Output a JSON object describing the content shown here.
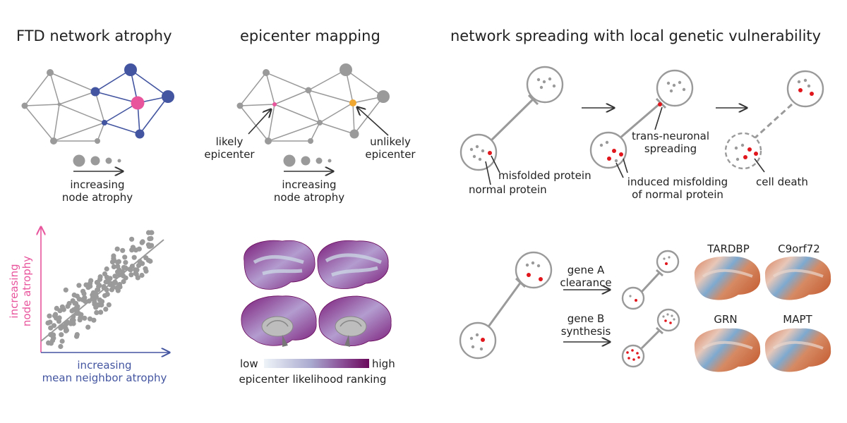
{
  "panels": {
    "ftd": {
      "title": "FTD network atrophy",
      "legend": "increasing\nnode atrophy",
      "scatter": {
        "ylabel": "increasing\nnode atrophy",
        "xlabel": "increasing\nmean neighbor atrophy"
      }
    },
    "epicenter": {
      "title": "epicenter mapping",
      "likely": "likely\nepicenter",
      "unlikely": "unlikely\nepicenter",
      "legend": "increasing\nnode atrophy",
      "colorbar": {
        "low": "low",
        "high": "high",
        "label": "epicenter likelihood ranking"
      }
    },
    "spreading": {
      "title": "network spreading with local genetic vulnerability",
      "misfolded": "misfolded protein",
      "normal": "normal protein",
      "trans": "trans-neuronal\nspreading",
      "induced": "induced misfolding\nof normal protein",
      "death": "cell death",
      "geneA": "gene A\nclearance",
      "geneB": "gene B\nsynthesis",
      "genes": [
        "TARDBP",
        "C9orf72",
        "GRN",
        "MAPT"
      ]
    }
  },
  "colors": {
    "node_gray": "#9a9a9a",
    "node_blue": "#4355a0",
    "node_pink": "#e8559d",
    "node_orange": "#f0a832",
    "misfolded_red": "#e0161c",
    "axis_pink": "#e8559d",
    "axis_blue": "#4355a0",
    "colorbar_low": "#eef4f8",
    "colorbar_mid": "#8f74b0",
    "colorbar_high": "#6a0a5c",
    "gene_orange": "#d9805a",
    "gene_blue": "#5d8fc0"
  }
}
